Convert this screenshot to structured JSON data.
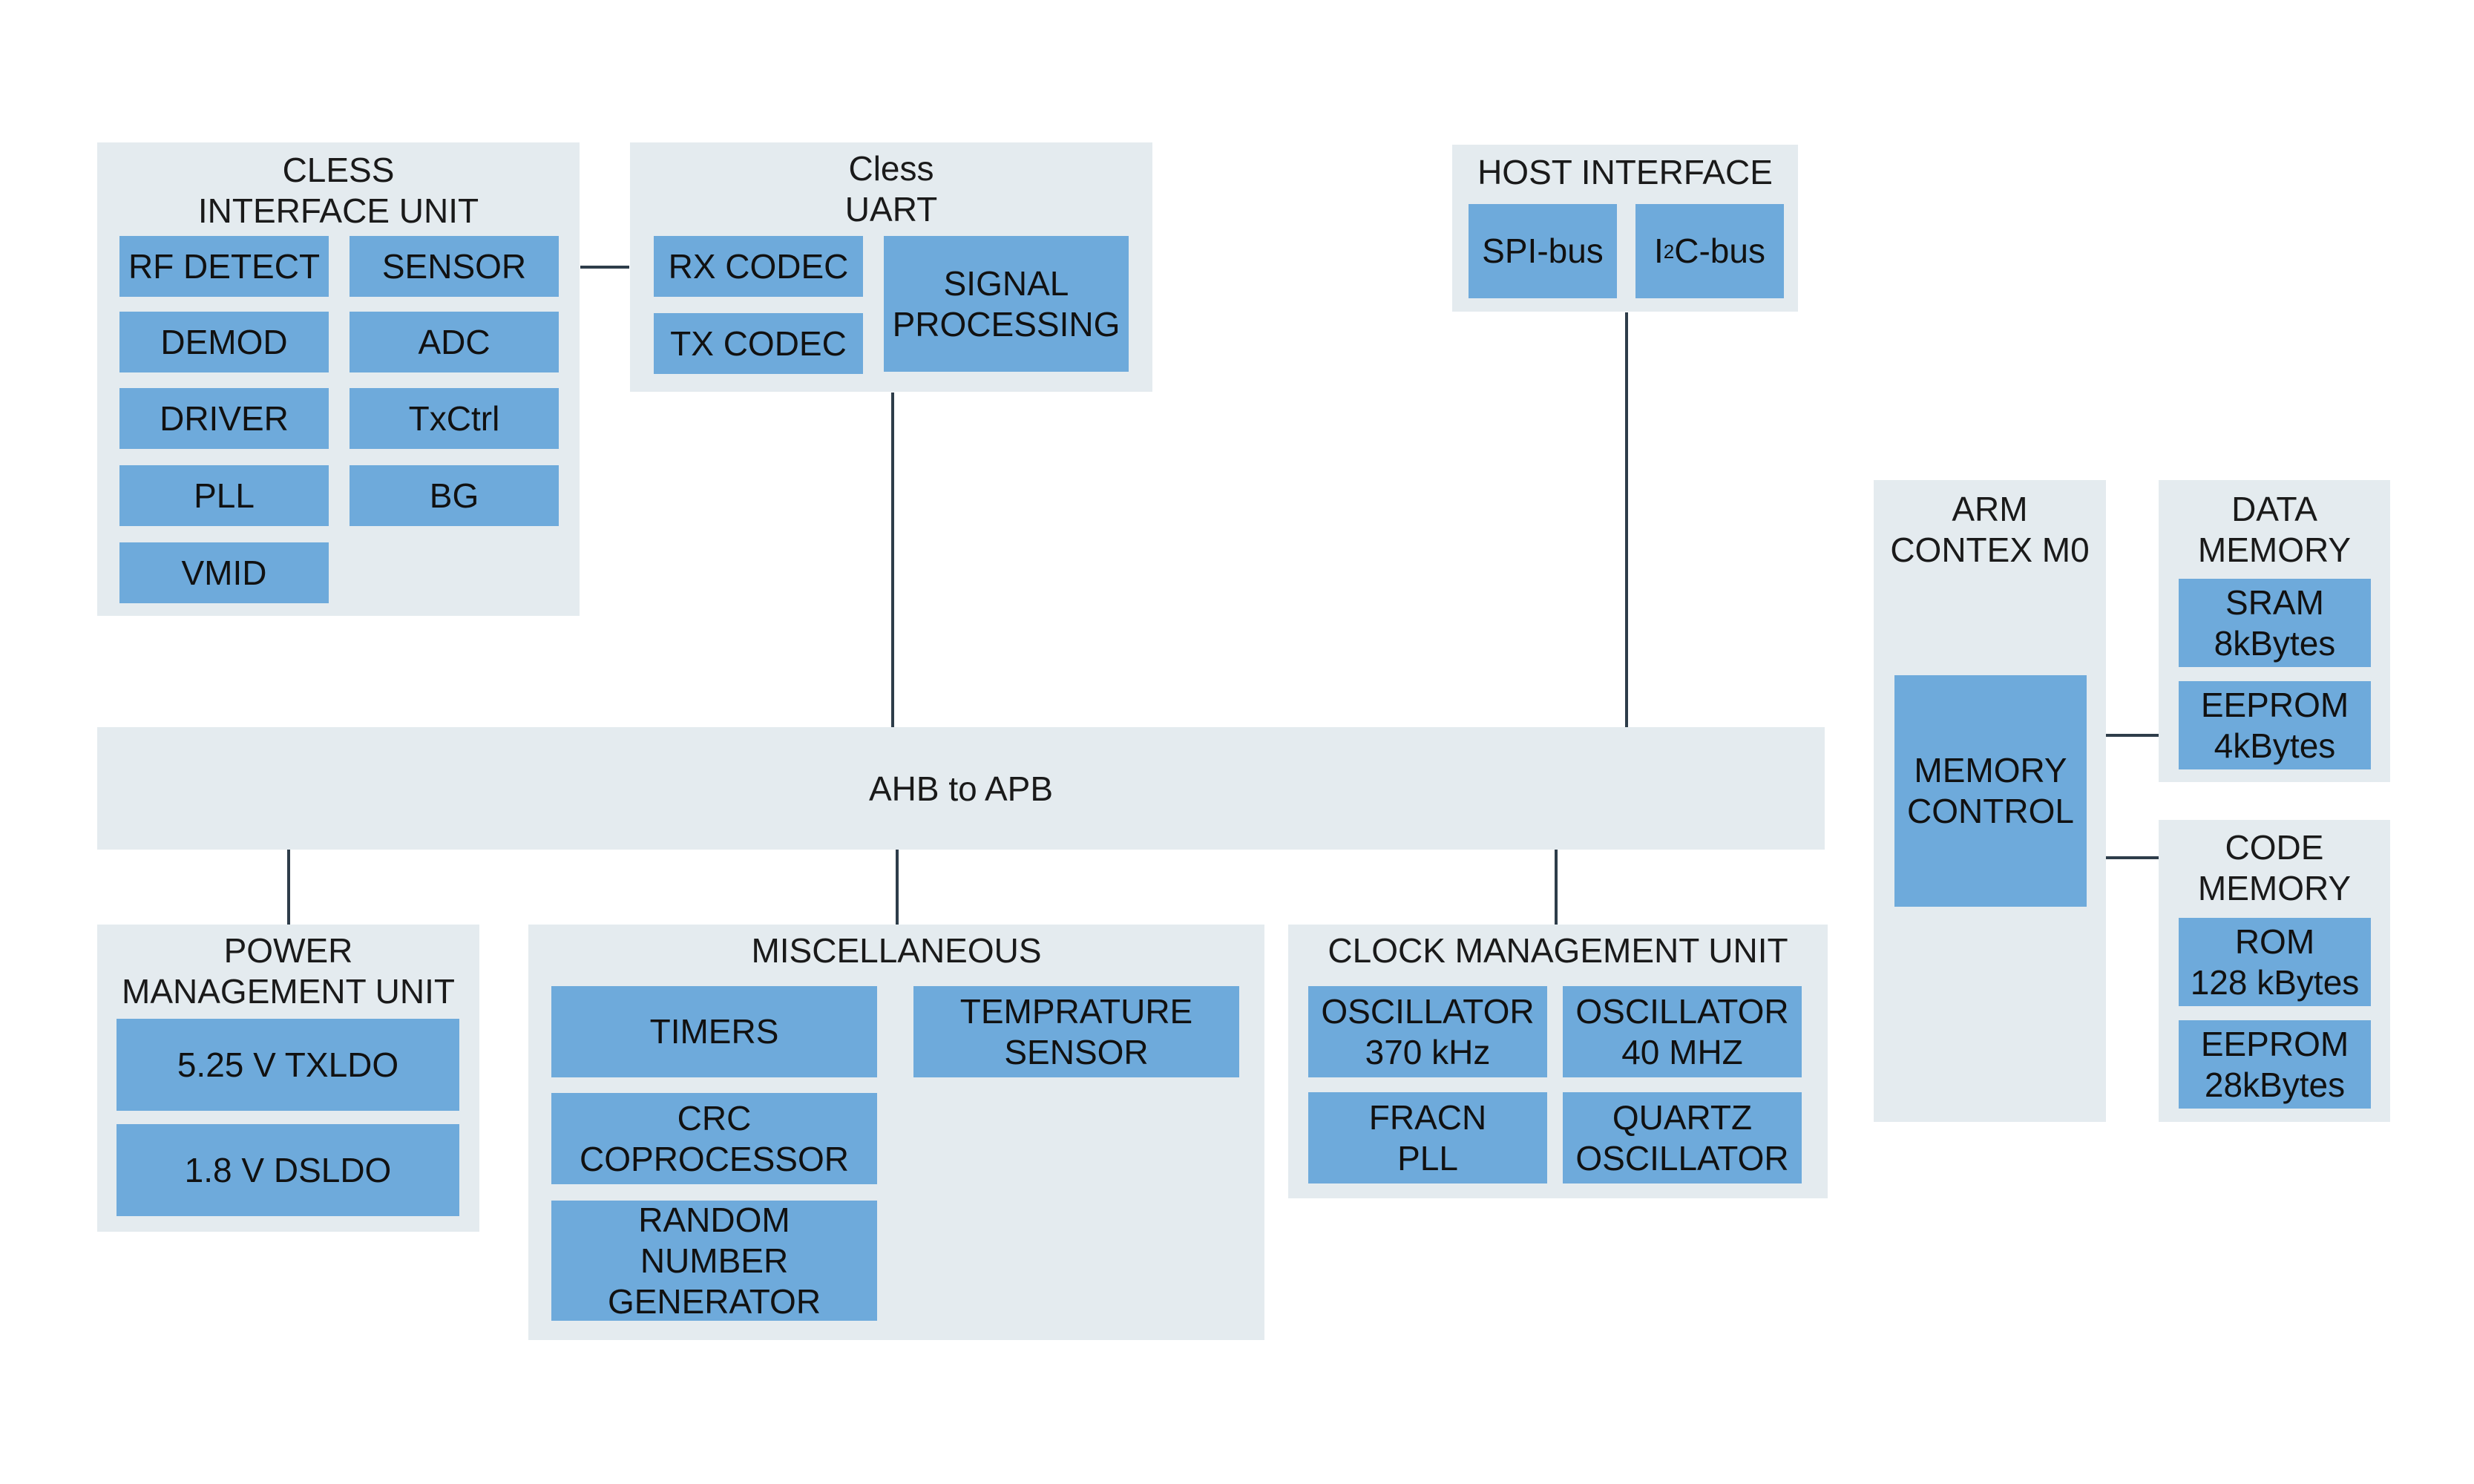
{
  "cless_interface_unit": {
    "title": "CLESS\nINTERFACE UNIT",
    "blocks": [
      "RF DETECT",
      "SENSOR",
      "DEMOD",
      "ADC",
      "DRIVER",
      "TxCtrl",
      "PLL",
      "BG",
      "VMID"
    ]
  },
  "cless_uart": {
    "title": "Cless\nUART",
    "rx": "RX CODEC",
    "tx": "TX CODEC",
    "signal": "SIGNAL\nPROCESSING"
  },
  "host_interface": {
    "title": "HOST INTERFACE",
    "spi": "SPI-bus",
    "i2c_prefix": "I",
    "i2c_sup": "2",
    "i2c_suffix": "C-bus"
  },
  "arm": {
    "title": "ARM\nCONTEX M0",
    "memory_control": "MEMORY\nCONTROL"
  },
  "data_memory": {
    "title": "DATA\nMEMORY",
    "sram": "SRAM\n8kBytes",
    "eeprom": "EEPROM\n4kBytes"
  },
  "code_memory": {
    "title": "CODE\nMEMORY",
    "rom": "ROM\n128 kBytes",
    "eeprom": "EEPROM\n28kBytes"
  },
  "bus": {
    "label": "AHB to APB"
  },
  "power_management_unit": {
    "title": "POWER\nMANAGEMENT UNIT",
    "txldo": "5.25 V TXLDO",
    "dsldo": "1.8 V DSLDO"
  },
  "miscellaneous": {
    "title": "MISCELLANEOUS",
    "timers": "TIMERS",
    "temp": "TEMPRATURE\nSENSOR",
    "crc": "CRC\nCOPROCESSOR",
    "rng": "RANDOM\nNUMBER\nGENERATOR"
  },
  "clock_management_unit": {
    "title": "CLOCK MANAGEMENT UNIT",
    "osc370": "OSCILLATOR\n370 kHz",
    "osc40": "OSCILLATOR\n40 MHZ",
    "fracn": "FRACN\nPLL",
    "quartz": "QUARTZ\nOSCILLATOR"
  },
  "colors": {
    "group_bg": "#e4ebef",
    "block_bg": "#6eaadb",
    "line": "#2e3d4a"
  }
}
